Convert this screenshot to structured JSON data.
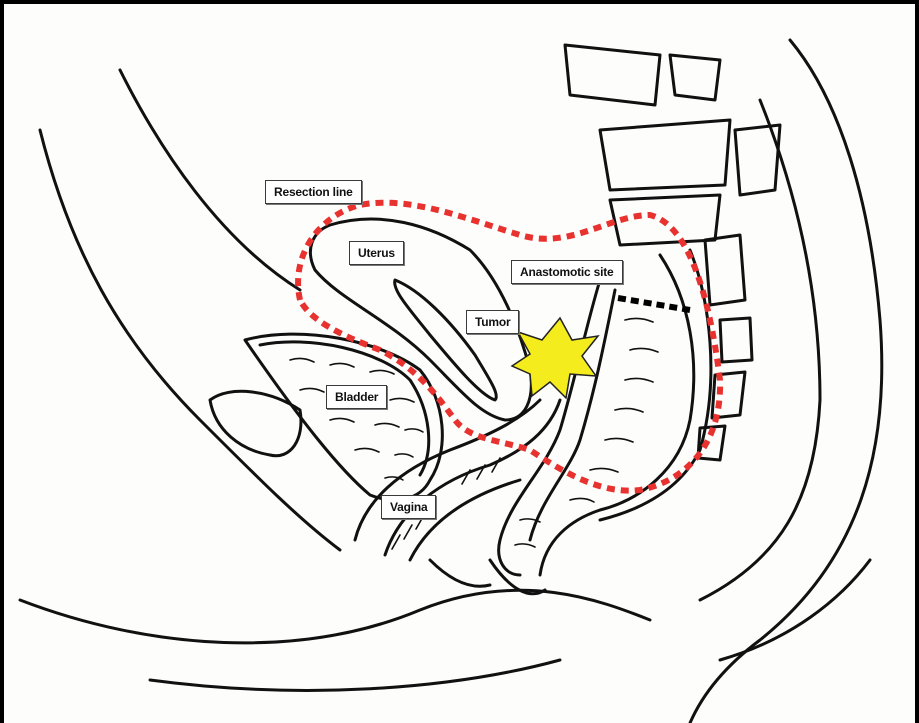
{
  "labels": {
    "resection_line": "Resection line",
    "uterus": "Uterus",
    "anastomotic_site": "Anastomotic site",
    "tumor": "Tumor",
    "bladder": "Bladder",
    "vagina": "Vagina"
  },
  "colors": {
    "outline": "#000000",
    "resection_line": "#e8322f",
    "tumor": "#f4ec1c",
    "anastomotic_marker": "#000000",
    "label_background": "#ffffff"
  }
}
